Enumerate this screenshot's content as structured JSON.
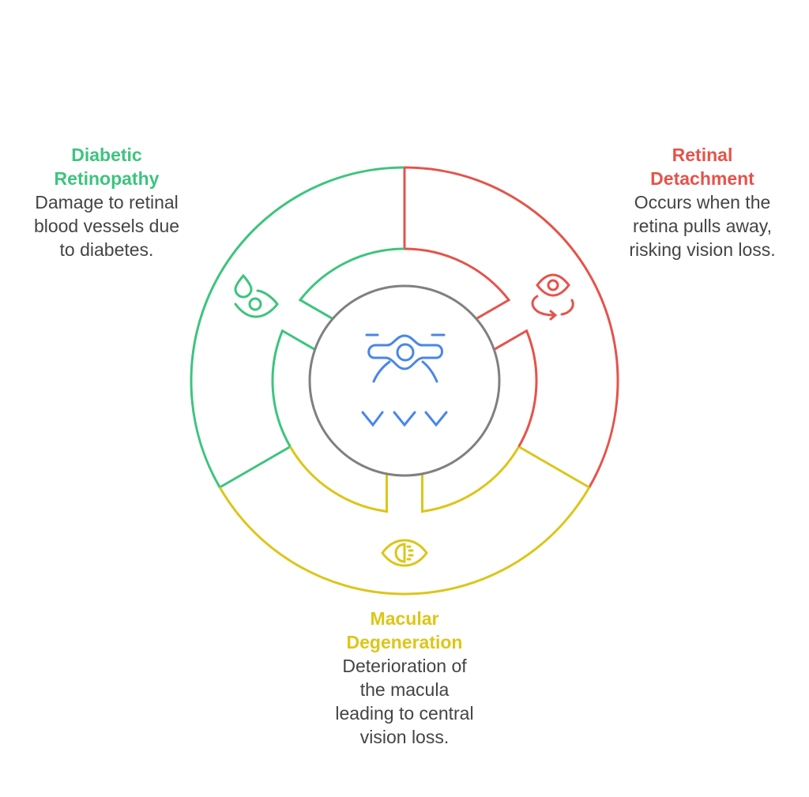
{
  "colors": {
    "green": "#3dc47e",
    "red": "#e5534b",
    "yellow": "#dcc618",
    "blue": "#4a86e8",
    "gray": "#808080"
  },
  "segments": [
    {
      "id": "diabetic-retinopathy",
      "title_line1": "Diabetic",
      "title_line2": "Retinopathy",
      "desc": [
        "Damage to retinal",
        "blood vessels due",
        "to diabetes."
      ],
      "color": "#3dc47e",
      "icon": "eye-drop-icon"
    },
    {
      "id": "retinal-detachment",
      "title_line1": "Retinal",
      "title_line2": "Detachment",
      "desc": [
        "Occurs when the",
        "retina pulls away,",
        "risking vision loss."
      ],
      "color": "#e5534b",
      "icon": "eye-rotate-icon"
    },
    {
      "id": "macular-degeneration",
      "title_line1": "Macular",
      "title_line2": "Degeneration",
      "desc": [
        "Deterioration of",
        "the macula",
        "leading to central",
        "vision loss."
      ],
      "color": "#dcc618",
      "icon": "eye-fading-icon"
    }
  ],
  "center": {
    "icon": "retina-eye-icon"
  }
}
